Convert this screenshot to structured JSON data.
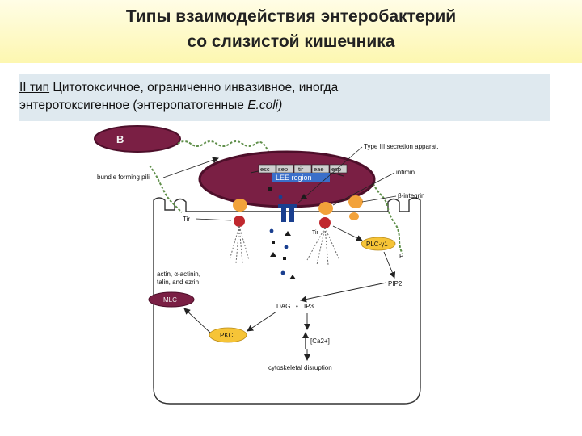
{
  "title": {
    "line1": "Типы взаимодействия энтеробактерий",
    "line2": "со слизистой кишечника"
  },
  "subtitle": {
    "type_label": "II тип",
    "line1_rest": " Цитотоксичное, ограниченно инвазивное, иногда",
    "line2_main": "энтеротоксигенное (энтеропатогенные ",
    "line2_italic": "E.coli)"
  },
  "diagram": {
    "labels": {
      "bacterium_b": "B",
      "type3": "Type III secretion apparat.",
      "bfp": "bundle forming pili",
      "intimin": "intimin",
      "integrin": "β-integrin",
      "lee": "LEE region",
      "tir": "Tir",
      "tir2": "Tir",
      "plc": "PLC-γ1",
      "p": "P",
      "pip2": "PIP2",
      "actin1": "actin, α-actinin,",
      "actin2": "talin, and ezrin",
      "mlc": "MLC",
      "pkc": "PKC",
      "dag": "DAG",
      "ip3": "IP3",
      "ca": "[Ca2+]",
      "disrupt": "cytoskeletal disruption"
    },
    "genes": [
      "esc",
      "sep",
      "tir",
      "eae",
      "esp"
    ]
  },
  "colors": {
    "bacterium": "#7a1f44",
    "bacterium_dark": "#4d0f2a",
    "orange": "#f2a23a",
    "red_marker": "#c0282e",
    "blue": "#1a3f8f",
    "yellow_oval": "#f6c437",
    "lee_box": "#3b6fc9",
    "pili": "#5f8f4a"
  }
}
